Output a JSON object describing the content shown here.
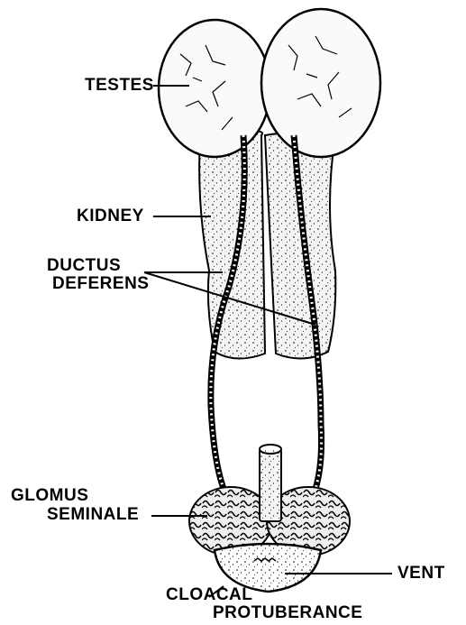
{
  "figure": {
    "labels": {
      "testes": "TESTES",
      "kidney": "KIDNEY",
      "ductus_line1": "DUCTUS",
      "ductus_line2": "DEFERENS",
      "glomus_line1": "GLOMUS",
      "glomus_line2": "SEMINALE",
      "vent": "VENT",
      "cloacal_line1": "CLOACAL",
      "cloacal_line2": "PROTUBERANCE"
    },
    "colors": {
      "ink": "#000000",
      "paper": "#ffffff",
      "tissue": "#f4f4f4"
    }
  }
}
